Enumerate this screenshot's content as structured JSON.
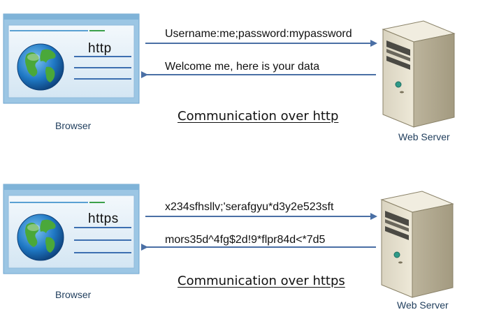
{
  "colors": {
    "arrow": "#4a6fa5",
    "window_frame": "#7fb3d8",
    "window_bg": "#e4f0f8",
    "label_text": "#1f3d5c"
  },
  "icons": {
    "browser": "browser-window-icon",
    "globe": "globe-icon",
    "server": "web-server-icon"
  },
  "http_scene": {
    "protocol_label": "http",
    "request_message": "Username:me;password:mypassword",
    "response_message": "Welcome me, here is your data",
    "caption": "Communication over http",
    "browser_label": "Browser",
    "server_label": "Web Server"
  },
  "https_scene": {
    "protocol_label": "https",
    "request_message": "x234sfhsllv;'serafgyu*d3y2e523sft",
    "response_message": "mors35d^4fg$2d!9*flpr84d<*7d5",
    "caption": "Communication over https",
    "browser_label": "Browser",
    "server_label": "Web Server"
  }
}
